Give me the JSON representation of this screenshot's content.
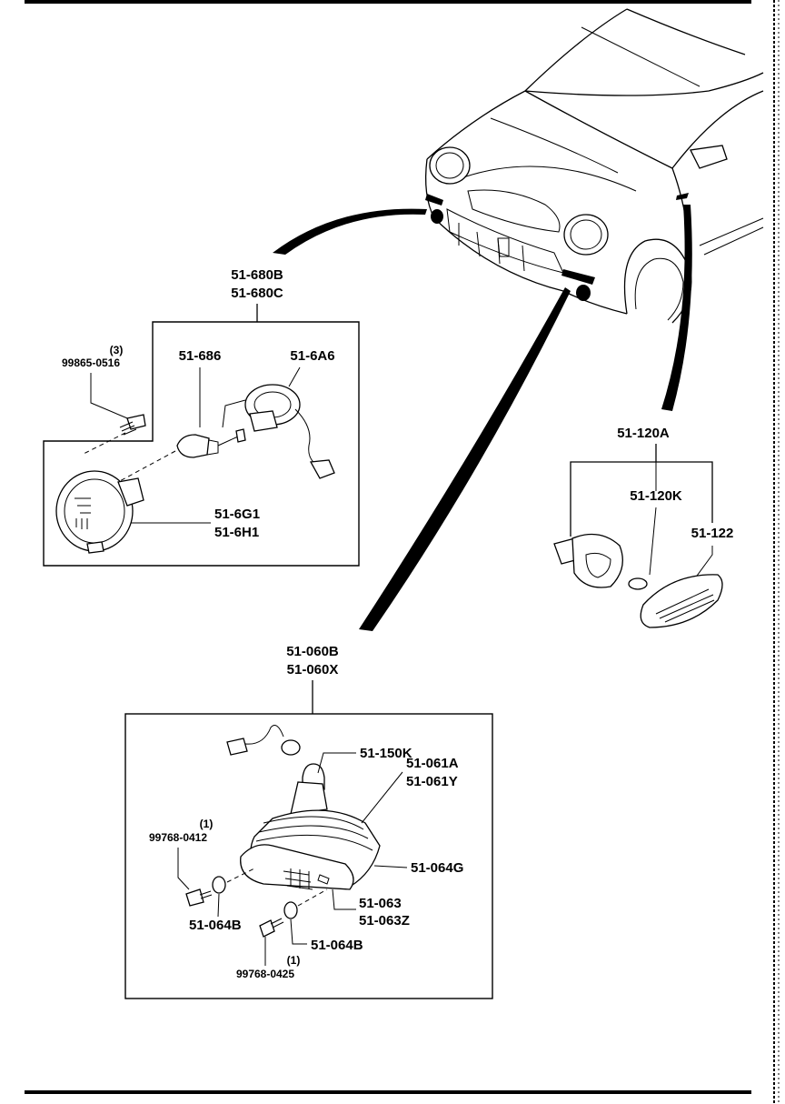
{
  "diagram": {
    "fog_lamp_group": {
      "assembly": [
        "51-680B",
        "51-680C"
      ],
      "screw": {
        "qty": "(3)",
        "part": "99865-0516"
      },
      "bulb": "51-686",
      "socket_harness": "51-6A6",
      "lamp_unit": [
        "51-6G1",
        "51-6H1"
      ]
    },
    "side_marker_group": {
      "assembly": "51-120A",
      "bulb": "51-120K",
      "lens": "51-122"
    },
    "turn_lamp_group": {
      "assembly": [
        "51-060B",
        "51-060X"
      ],
      "bulb": "51-150K",
      "housing": [
        "51-061A",
        "51-061Y"
      ],
      "bezel": "51-064G",
      "lens": [
        "51-063",
        "51-063Z"
      ],
      "screw_upper": {
        "qty": "(1)",
        "part": "99768-0412"
      },
      "washer_left": "51-064B",
      "washer_right": "51-064B",
      "screw_lower": {
        "qty": "(1)",
        "part": "99768-0425"
      }
    }
  }
}
